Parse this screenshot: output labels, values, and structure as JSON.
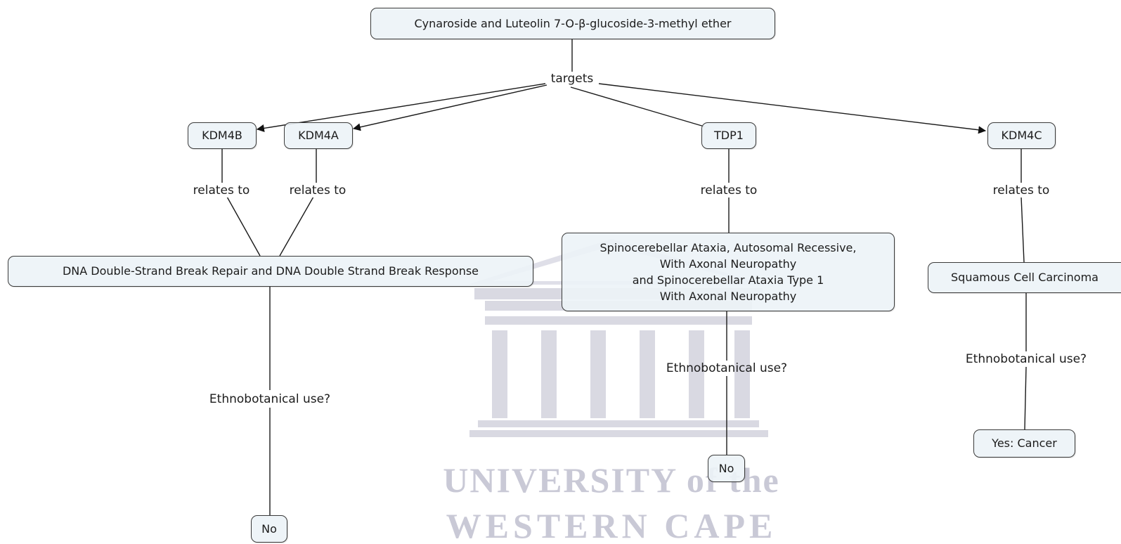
{
  "nodes": {
    "compound": "Cynaroside and Luteolin 7-O-β-glucoside-3-methyl ether",
    "kdm4b": "KDM4B",
    "kdm4a": "KDM4A",
    "tdp1": "TDP1",
    "kdm4c": "KDM4C",
    "dna_repair": "DNA Double-Strand Break Repair and DNA Double Strand Break Response",
    "spinocerebellar": "Spinocerebellar Ataxia, Autosomal Recessive,\nWith Axonal Neuropathy\nand Spinocerebellar Ataxia Type 1\nWith Axonal Neuropathy",
    "squamous": "Squamous Cell Carcinoma",
    "no_dna": "No",
    "no_spino": "No",
    "yes_cancer": "Yes: Cancer"
  },
  "links": {
    "targets": "targets",
    "relates_kdm4b": "relates to",
    "relates_kdm4a": "relates to",
    "relates_tdp1": "relates to",
    "relates_kdm4c": "relates to",
    "ethno_dna": "Ethnobotanical use?",
    "ethno_spino": "Ethnobotanical use?",
    "ethno_squamous": "Ethnobotanical use?"
  },
  "watermark": {
    "line1": "UNIVERSITY of the",
    "line2": "WESTERN CAPE"
  },
  "colors": {
    "node_fill": "#ecf3f7",
    "line": "#1a1a1a",
    "watermark": "#c9c9d6"
  }
}
